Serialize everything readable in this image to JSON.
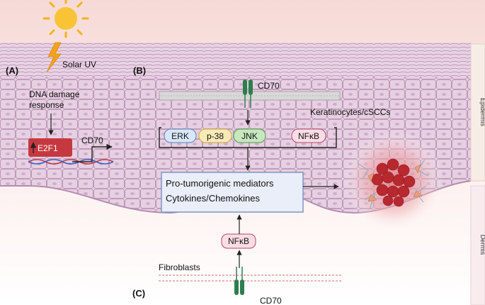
{
  "panels": {
    "a": "(A)",
    "b": "(B)",
    "c": "(C)"
  },
  "labels": {
    "solar_uv": "Solar UV",
    "dna_damage_line1": "DNA damage",
    "dna_damage_line2": "response",
    "e2f1": "E2F1",
    "cd70_a": "CD70",
    "cd70_b": "CD70",
    "cd70_c": "CD70",
    "keratinocytes": "Keratinocytes/cSCCs",
    "fibroblasts": "Fibroblasts",
    "nfkb_c": "NFκB"
  },
  "kinases": [
    "ERK",
    "p-38",
    "JNK",
    "NFκB"
  ],
  "mediators": {
    "line1": "Pro-tumorigenic mediators",
    "line2": "Cytokines/Chemokines"
  },
  "side": {
    "epidermis": "Epidermis",
    "dermis": "Dermis"
  },
  "colors": {
    "skin": "#e6cfe0",
    "cell_line": "#b58cae",
    "dermis": "#fbe6e3",
    "receptor": "#2e7d4f",
    "e2f1": "#c6383f",
    "tumor": "#b8282f",
    "mediator_box": "#e9eef8",
    "erk": "#d9e6f7",
    "p38": "#f8eab6",
    "jnk": "#c7e8bf",
    "nfkb": "#f9dde5"
  }
}
